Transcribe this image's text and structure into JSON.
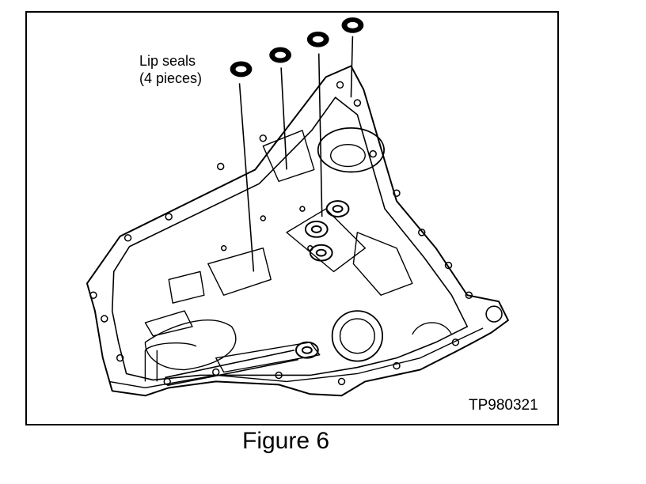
{
  "figure": {
    "callout_line1": "Lip seals",
    "callout_line2": "(4 pieces)",
    "image_code": "TP980321",
    "caption": "Figure 6"
  },
  "icons": [
    "lip-seal-icon",
    "transmission-case-drawing"
  ]
}
